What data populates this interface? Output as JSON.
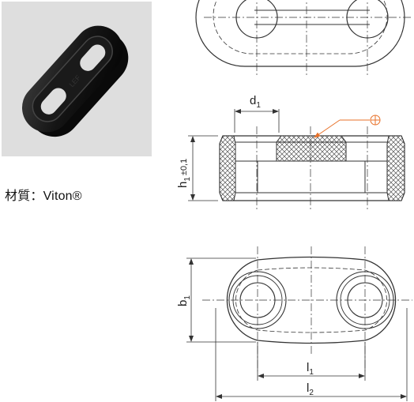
{
  "material": {
    "text": "材質：Viton®"
  },
  "dimensions": {
    "d": "d",
    "d_sub": "1",
    "h": "h",
    "h_sub": "1",
    "h_tol": "±0,1",
    "b": "b",
    "b_sub": "1",
    "l1": "l",
    "l1_sub": "1",
    "l2": "l",
    "l2_sub": "2"
  },
  "photo_stamp": "LEF",
  "colors": {
    "annotation": "#e8722a",
    "line": "#333333",
    "photo_bg": "#dedede",
    "part": "#1c1c1c"
  },
  "icons": {
    "flatness_symbol": "circle-plus-icon"
  }
}
